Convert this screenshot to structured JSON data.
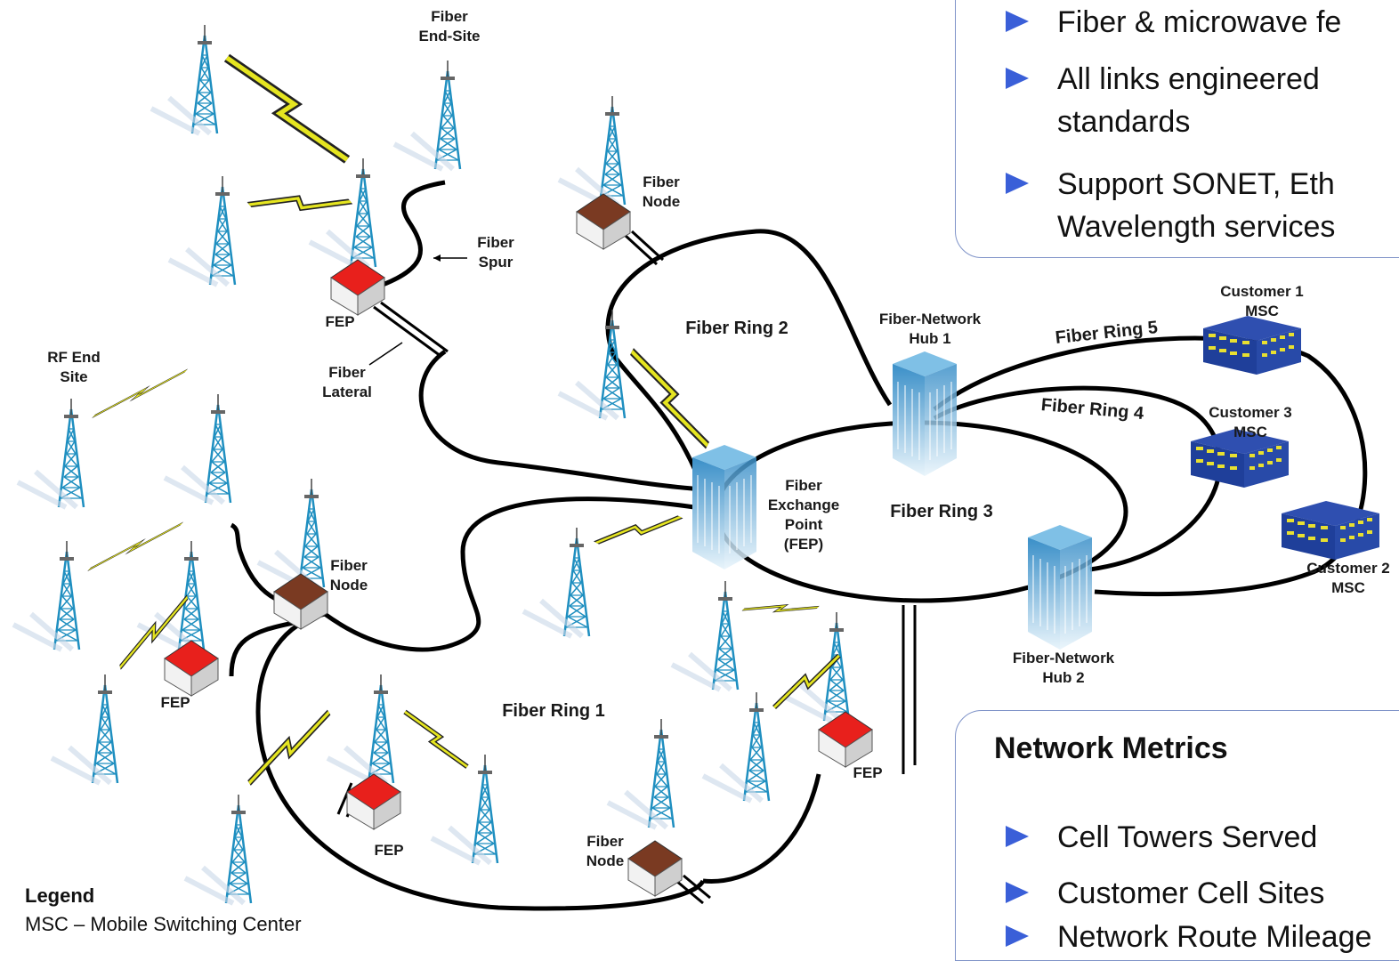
{
  "labels": {
    "fiber_end_site": [
      "Fiber",
      "End-Site"
    ],
    "fiber_spur": [
      "Fiber",
      "Spur"
    ],
    "fep_top": "FEP",
    "fiber_lateral": [
      "Fiber",
      "Lateral"
    ],
    "rf_end_site": [
      "RF End",
      "Site"
    ],
    "fiber_node_top": [
      "Fiber",
      "Node"
    ],
    "fiber_node_left": [
      "Fiber",
      "Node"
    ],
    "fiber_node_bottom": [
      "Fiber",
      "Node"
    ],
    "fep_left": "FEP",
    "fep_bottom": "FEP",
    "fep_right": "FEP",
    "fiber_exchange_point": [
      "Fiber",
      "Exchange",
      "Point",
      "(FEP)"
    ],
    "hub1": [
      "Fiber-Network",
      "Hub 1"
    ],
    "hub2": [
      "Fiber-Network",
      "Hub 2"
    ],
    "customer1": [
      "Customer 1",
      "MSC"
    ],
    "customer2": [
      "Customer 2",
      "MSC"
    ],
    "customer3": [
      "Customer 3",
      "MSC"
    ]
  },
  "rings": {
    "ring1": "Fiber Ring 1",
    "ring2": "Fiber Ring 2",
    "ring3": "Fiber Ring 3",
    "ring4": "Fiber Ring 4",
    "ring5": "Fiber Ring 5"
  },
  "top_panel": {
    "bullets": [
      "Fiber & microwave fe",
      "All links engineered",
      "standards",
      "Support SONET, Eth",
      "Wavelength services"
    ]
  },
  "bottom_panel": {
    "title": "Network Metrics",
    "bullets": [
      "Cell Towers Served",
      "Customer Cell Sites",
      "Network Route Mileage"
    ]
  },
  "legend": {
    "title": "Legend",
    "entry": "MSC – Mobile Switching Center"
  },
  "colors": {
    "fiber": "#000000",
    "tower": "#1f8fc0",
    "microwave": "#e5e520",
    "fep_roof": "#e8201c",
    "node_roof": "#7a3a22",
    "building": "#5aa8d8",
    "msc": "#1f3f9a",
    "bullet": "#3a5fd8"
  }
}
